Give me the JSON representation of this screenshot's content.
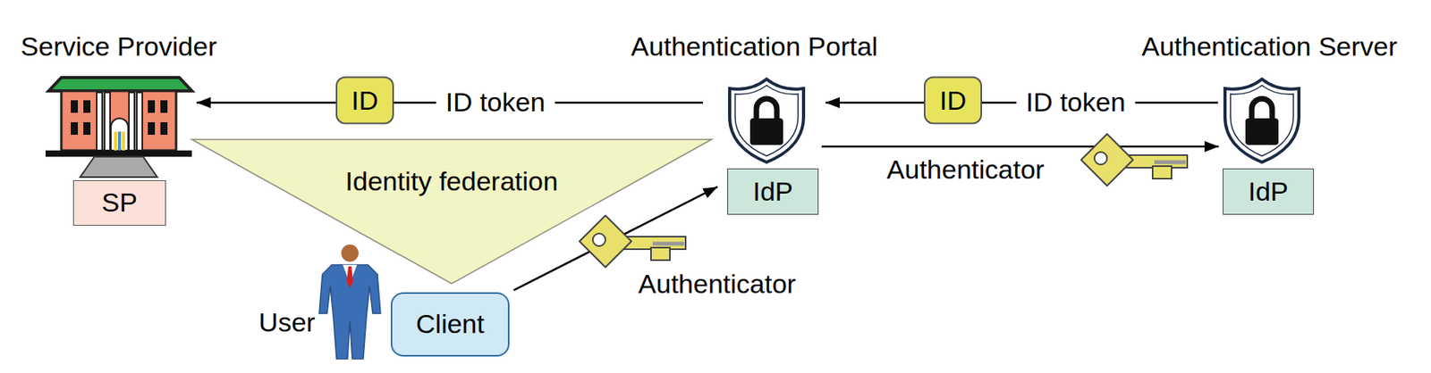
{
  "diagram": {
    "nodes": [
      {
        "text": [
          "Service Provider"
        ]
      },
      {
        "text": [
          "SP"
        ],
        "in": 0
      },
      {
        "text": [
          "Authentication Portal"
        ]
      },
      {
        "text": [
          "IdP"
        ],
        "in": 2
      },
      {
        "text": [
          "Authentication Server"
        ]
      },
      {
        "text": [
          "IdP"
        ],
        "in": 4
      },
      {
        "text": [
          "Identity federation"
        ]
      },
      {
        "text": [
          "Client"
        ]
      }
    ],
    "edges": [
      {
        "from": 2,
        "to": 0,
        "label": "ID token",
        "arrow": "to"
      },
      {
        "from": 4,
        "to": 2,
        "label": "ID token",
        "arrow": "to"
      },
      {
        "from": 2,
        "to": 4,
        "label": "Authenticator",
        "arrow": "to"
      },
      {
        "from": 7,
        "to": 3,
        "label": "Authenticator",
        "arrow": "to"
      }
    ],
    "labels": [
      "ID",
      "ID",
      "User"
    ]
  }
}
